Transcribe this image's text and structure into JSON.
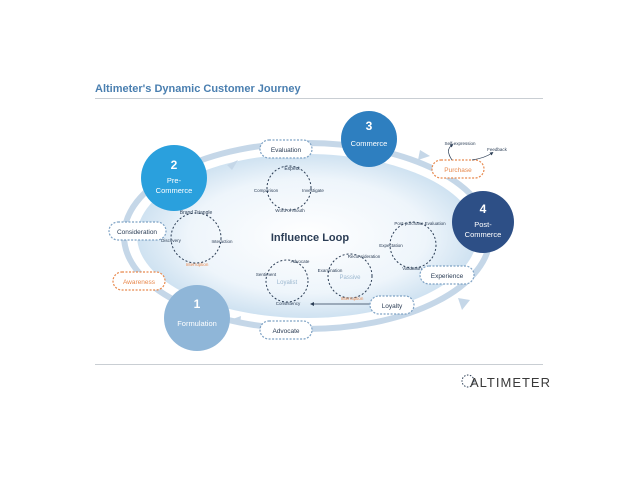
{
  "header": {
    "title": "Altimeter's Dynamic Customer Journey"
  },
  "stages": {
    "formulation": {
      "num": "1",
      "label": "Formulation"
    },
    "pre_commerce": {
      "num": "2",
      "line1": "Pre-",
      "line2": "Commerce"
    },
    "commerce": {
      "num": "3",
      "label": "Commerce"
    },
    "post_commerce": {
      "num": "4",
      "line1": "Post-",
      "line2": "Commerce"
    }
  },
  "steps": {
    "evaluation": "Evaluation",
    "consideration": "Consideration",
    "awareness": "Awareness",
    "advocate": "Advocate",
    "loyalty": "Loyalty",
    "experience": "Experience",
    "purchase": "Purchase",
    "self_expression": "Self-expression",
    "feedback": "Feedback"
  },
  "center": {
    "title": "Influence Loop",
    "loyalist": "Loyalist",
    "passive": "Passive"
  },
  "loops": {
    "brand_triangle": [
      "Brand Triangle",
      "Interaction",
      "Interruption",
      "Discovery"
    ],
    "expect": [
      "Expect",
      "Investigate",
      "Word of Mouth",
      "Comparison"
    ],
    "post_purchase": [
      "Post-purchase Evaluation",
      "Validation",
      "Expectation"
    ],
    "loyalist_loop": [
      "Advocate",
      "Consistency",
      "Sentiment"
    ],
    "passive_loop": [
      "Reconsideration",
      "Interruption",
      "Examination"
    ]
  },
  "brand": {
    "logo": "ALTIMETER"
  },
  "colors": {
    "title_blue": "#4a7fb0",
    "stage1": "#8fb6d8",
    "stage2": "#2aa0dd",
    "stage3": "#2e7fc0",
    "stage4": "#2d4f86",
    "step_border": "#7ea2c4",
    "orange": "#e8894e",
    "arrow": "#c5d7e8"
  }
}
